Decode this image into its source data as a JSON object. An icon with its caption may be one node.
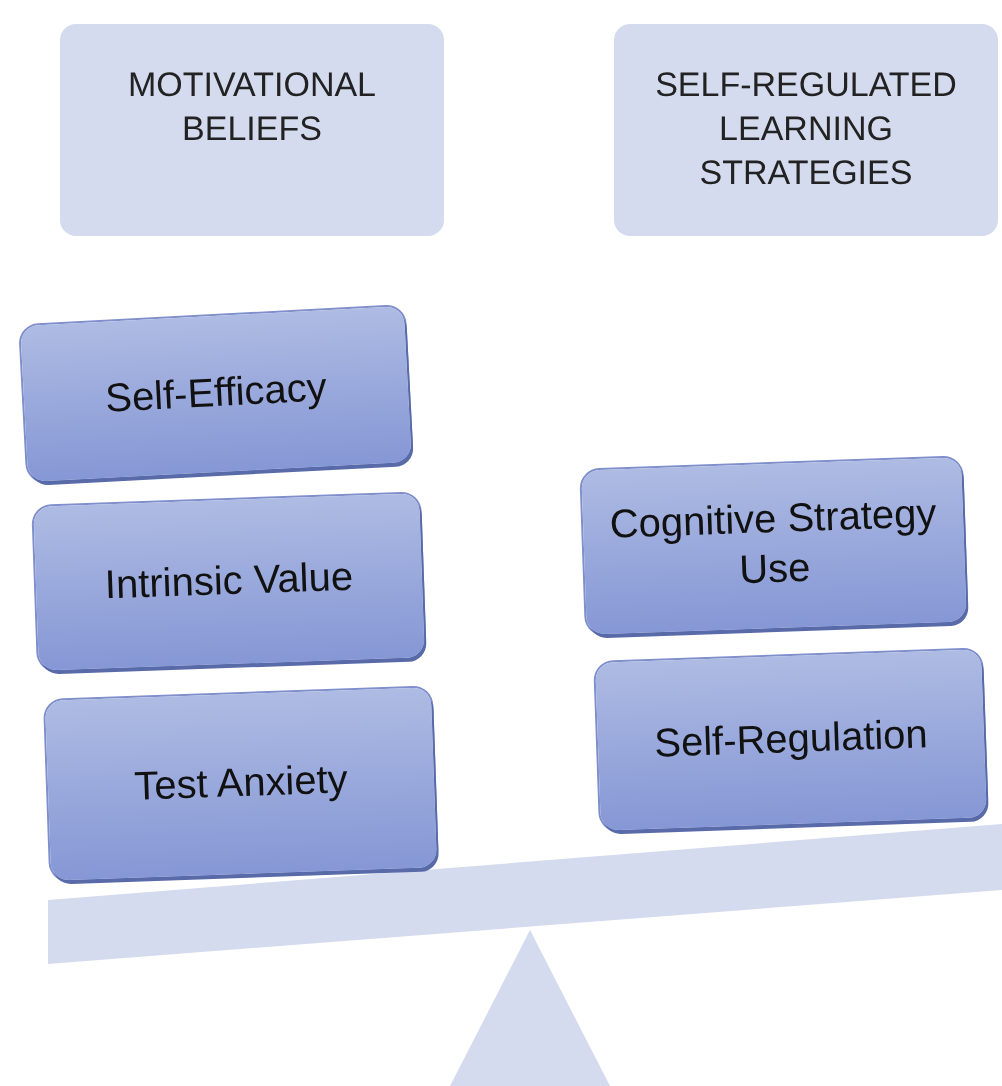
{
  "diagram": {
    "nodes": [
      {
        "text": [
          "MOTIVATIONAL BELIEFS"
        ]
      },
      {
        "text": [
          "SELF-REGULATED LEARNING STRATEGIES"
        ]
      },
      {
        "text": [
          "Self-Efficacy"
        ]
      },
      {
        "text": [
          "Intrinsic Value"
        ]
      },
      {
        "text": [
          "Test Anxiety"
        ]
      },
      {
        "text": [
          "Cognitive Strategy Use"
        ]
      },
      {
        "text": [
          "Self-Regulation"
        ]
      }
    ]
  }
}
